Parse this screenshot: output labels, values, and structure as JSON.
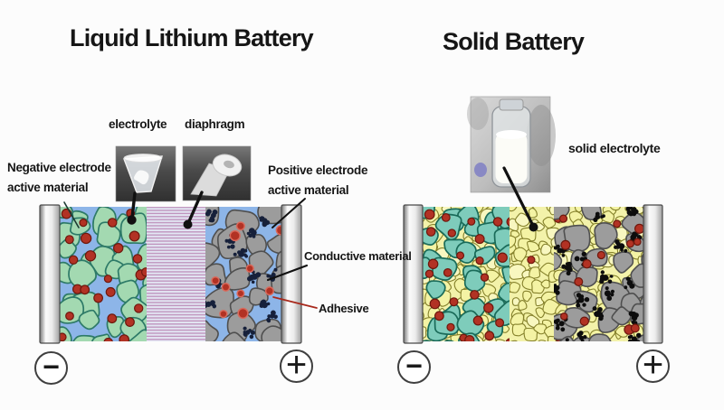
{
  "titles": {
    "left": "Liquid Lithium Battery",
    "right": "Solid Battery"
  },
  "left_diagram": {
    "labels": {
      "electrolyte": "electrolyte",
      "diaphragm": "diaphragm",
      "negative_line1": "Negative electrode",
      "negative_line2": "active material",
      "positive_line1": "Positive electrode",
      "positive_line2": "active material",
      "conductive": "Conductive material",
      "adhesive": "Adhesive"
    },
    "terminals": {
      "negative": "−",
      "positive": "+"
    }
  },
  "right_diagram": {
    "labels": {
      "solid_electrolyte": "solid electrolyte"
    },
    "terminals": {
      "negative": "−",
      "positive": "+"
    }
  },
  "icons": {
    "electrolyte_photo": "glass-of-liquid-photo",
    "diaphragm_photo": "separator-film-roll-photo",
    "solid_electrolyte_photo": "powder-vial-photo",
    "negative_terminal": "minus-circle",
    "positive_terminal": "plus-circle"
  },
  "colors": {
    "electrolyte_blue": "#8db5e8",
    "separator_bg": "#e3e7f4",
    "separator_stripe": "#bf93bd",
    "solid_electrolyte_bg": "#f3f2aa",
    "pebble_fill": "#f4f3a4",
    "pebble_fill_alt": "#f8f7c0",
    "pebble_edge": "#85812b",
    "negative_green": "#a3d9b1",
    "negative_green_edge": "#2d7a67",
    "solid_negative_teal": "#7eccbb",
    "solid_negative_teal_edge": "#1a6b59",
    "positive_gray": "#9c9c9c",
    "positive_gray_edge": "#4f4f4f",
    "conductive_black": "#16203a",
    "conductive_black_solid": "#0d0d0d",
    "adhesive_red": "#b23224",
    "adhesive_red_edge": "#6e180d",
    "adhesive_ring": "#d96a5c",
    "bar_edge": "#4a4a4a",
    "line_black": "#111111",
    "line_red": "#a8291c"
  }
}
